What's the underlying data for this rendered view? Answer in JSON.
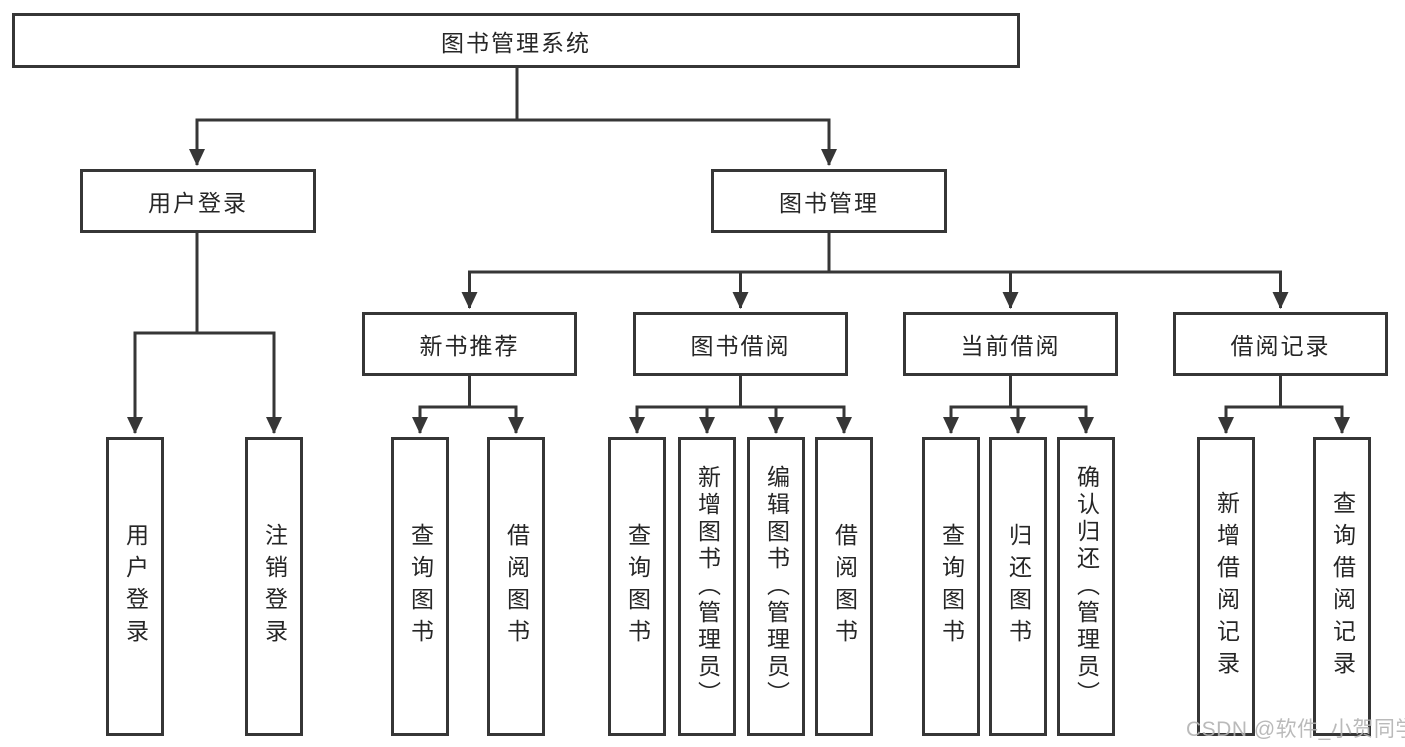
{
  "tree": {
    "label": "图书管理系统",
    "children": [
      {
        "label": "用户登录",
        "children": [
          {
            "label": "用户登录"
          },
          {
            "label": "注销登录"
          }
        ]
      },
      {
        "label": "图书管理",
        "children": [
          {
            "label": "新书推荐",
            "children": [
              {
                "label": "查询图书"
              },
              {
                "label": "借阅图书"
              }
            ]
          },
          {
            "label": "图书借阅",
            "children": [
              {
                "label": "查询图书"
              },
              {
                "label": "新增图书（管理员）"
              },
              {
                "label": "编辑图书（管理员）"
              },
              {
                "label": "借阅图书"
              }
            ]
          },
          {
            "label": "当前借阅",
            "children": [
              {
                "label": "查询图书"
              },
              {
                "label": "归还图书"
              },
              {
                "label": "确认归还（管理员）"
              }
            ]
          },
          {
            "label": "借阅记录",
            "children": [
              {
                "label": "新增借阅记录"
              },
              {
                "label": "查询借阅记录"
              }
            ]
          }
        ]
      }
    ]
  },
  "watermark": {
    "text": "CSDN @软件_小贺同学"
  },
  "colors": {
    "line": "#363636",
    "text": "#262626",
    "watermark": "#b3b3b3",
    "background": "#ffffff"
  }
}
